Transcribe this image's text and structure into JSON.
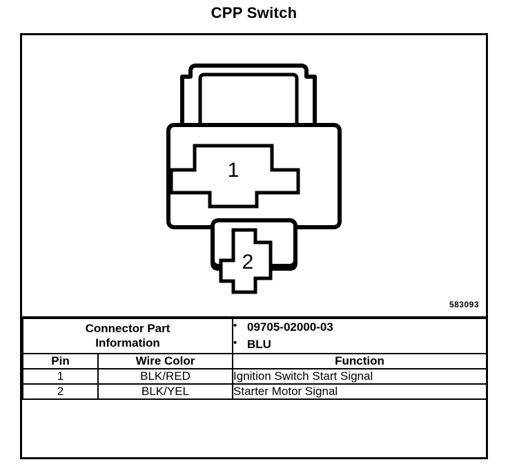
{
  "page": {
    "title": "CPP Switch",
    "figure_reference": "583093"
  },
  "diagram": {
    "name": "connector-face-view",
    "pin_labels": [
      "1",
      "2"
    ]
  },
  "connector_info": {
    "label_line1": "Connector Part",
    "label_line2": "Information",
    "items": [
      "09705-02000-03",
      "BLU"
    ]
  },
  "pin_table": {
    "headers": [
      "Pin",
      "Wire Color",
      "Function"
    ],
    "rows": [
      {
        "pin": "1",
        "wire_color": "BLK/RED",
        "function": "Ignition Switch Start Signal"
      },
      {
        "pin": "2",
        "wire_color": "BLK/YEL",
        "function": "Starter Motor Signal"
      }
    ]
  },
  "colors": {
    "ink": "#000000",
    "paper": "#ffffff"
  }
}
